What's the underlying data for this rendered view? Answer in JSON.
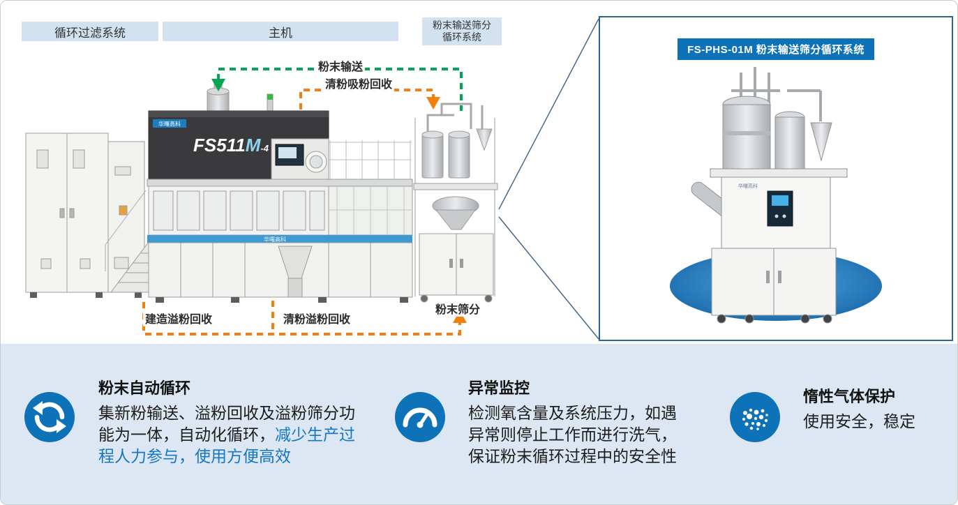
{
  "colors": {
    "accent_blue": "#0d72b8",
    "flow_green": "#00a651",
    "flow_orange": "#f0810f",
    "label_bg": "#d3e2f0",
    "bottom_bg": "#dde7f3",
    "highlight_text": "#1577c0",
    "stripe_blue": "#3f9ad2"
  },
  "diagram": {
    "section_labels": {
      "filter_system": "循环过滤系统",
      "main_machine": "主机",
      "powder_system_line1": "粉末输送筛分",
      "powder_system_line2": "循环系统"
    },
    "flow_labels": {
      "powder_transport": "粉末输送",
      "clean_suction_recovery": "清粉吸粉回收",
      "build_overflow_recovery": "建造溢粉回收",
      "clean_overflow_recovery": "清粉溢粉回收",
      "powder_sieving": "粉末筛分"
    },
    "machine_model_part1": "FS511",
    "machine_model_part2": "M",
    "machine_model_part3": "-4",
    "brand": "华曙高科"
  },
  "panel": {
    "title": "FS-PHS-01M 粉末输送筛分循环系统"
  },
  "features": [
    {
      "title": "粉末自动循环",
      "text_main": "集新粉输送、溢粉回收及溢粉筛分功能为一体，自动化循环，",
      "text_highlight": "减少生产过程人力参与，使用方便高效"
    },
    {
      "title": "异常监控",
      "text_main": "检测氧含量及系统压力，如遇异常则停止工作而进行洗气，保证粉末循环过程中的安全性",
      "text_highlight": ""
    },
    {
      "title": "惰性气体保护",
      "text_main": "使用安全，稳定",
      "text_highlight": ""
    }
  ]
}
